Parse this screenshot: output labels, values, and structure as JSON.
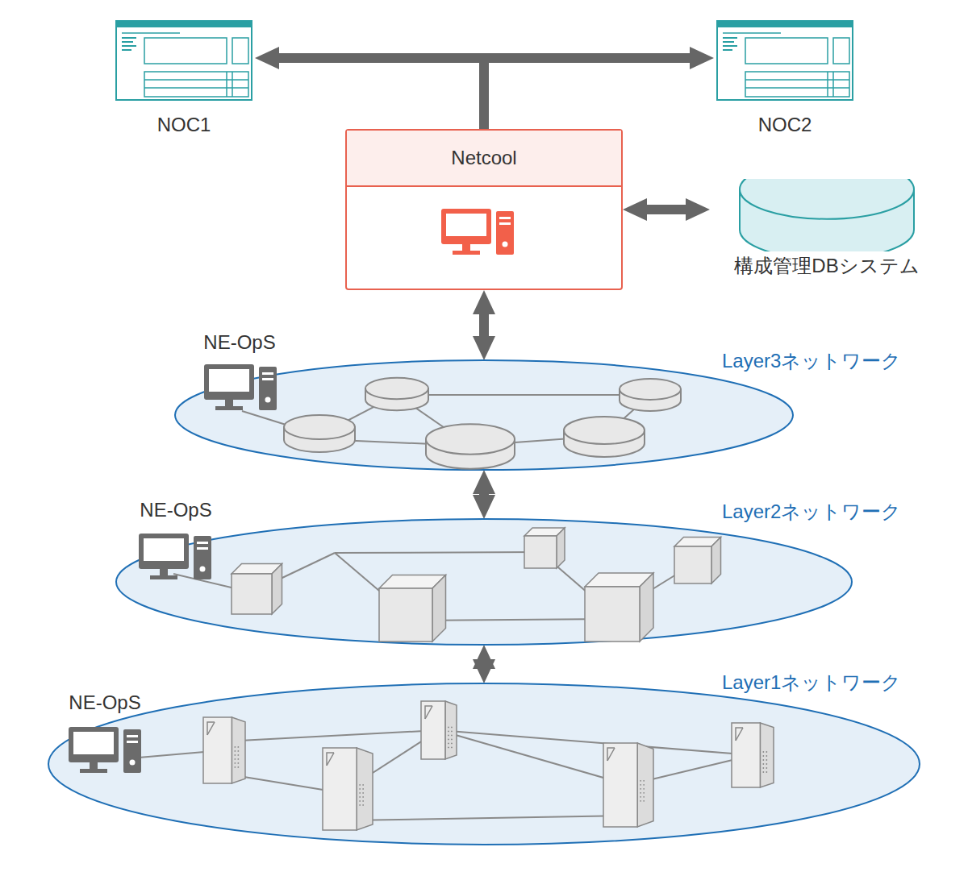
{
  "diagram": {
    "nodes": [
      {
        "text": [
          "NOC1"
        ]
      },
      {
        "text": [
          "NOC2"
        ]
      },
      {
        "text": [
          "Netcool"
        ]
      },
      {
        "text": [
          "構成管理DBシステム"
        ]
      },
      {
        "text": [
          "Layer3ネットワーク"
        ]
      },
      {
        "text": [
          "Layer2ネットワーク"
        ]
      },
      {
        "text": [
          "Layer1ネットワーク"
        ]
      }
    ],
    "edges": [
      {
        "from": 2,
        "to": 0,
        "arrow": "to"
      },
      {
        "from": 2,
        "to": 1,
        "arrow": "to"
      },
      {
        "from": 2,
        "to": 3,
        "arrow": "both"
      },
      {
        "from": 2,
        "to": 4,
        "arrow": "both"
      },
      {
        "from": 4,
        "to": 5,
        "arrow": "both"
      },
      {
        "from": 5,
        "to": 6,
        "arrow": "both"
      }
    ],
    "labels": [
      "NE-OpS",
      "NE-OpS",
      "NE-OpS"
    ]
  }
}
